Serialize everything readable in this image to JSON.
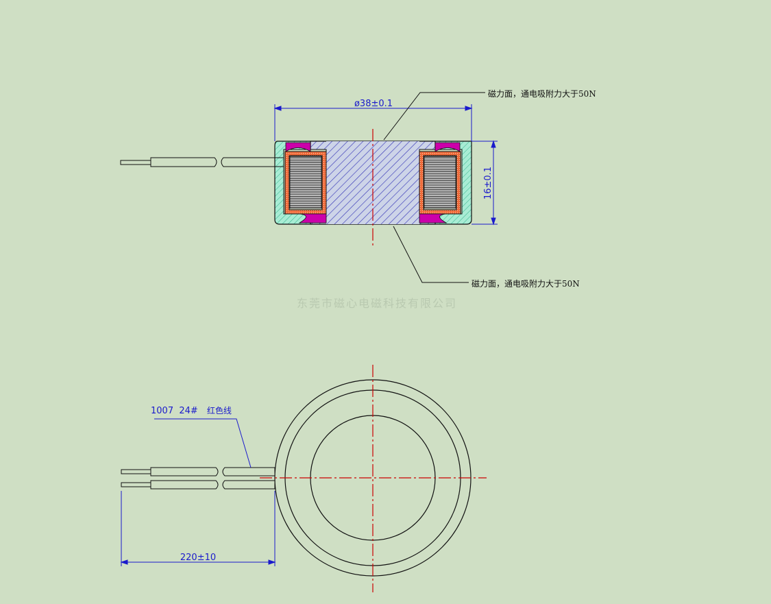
{
  "section_view": {
    "diameter_label": "ø38±0.1",
    "height_label": "16±0.1",
    "top_note": "磁力面，通电吸附力大于50N",
    "bottom_note": "磁力面，通电吸附力大于50N"
  },
  "watermark": "东莞市磁心电磁科技有限公司",
  "top_view": {
    "wire_spec": "1007  24#",
    "wire_color": "红色线",
    "lead_length_label": "220±10"
  },
  "colors": {
    "background": "#cfdfc4",
    "dimension_blue": "#1a1acc",
    "center_line_red": "#cc0000",
    "hatch_blue": "#3a3ab8",
    "shell_green": "#5fd0a8",
    "bobbin_red": "#e8442c",
    "magenta": "#cc00aa"
  }
}
